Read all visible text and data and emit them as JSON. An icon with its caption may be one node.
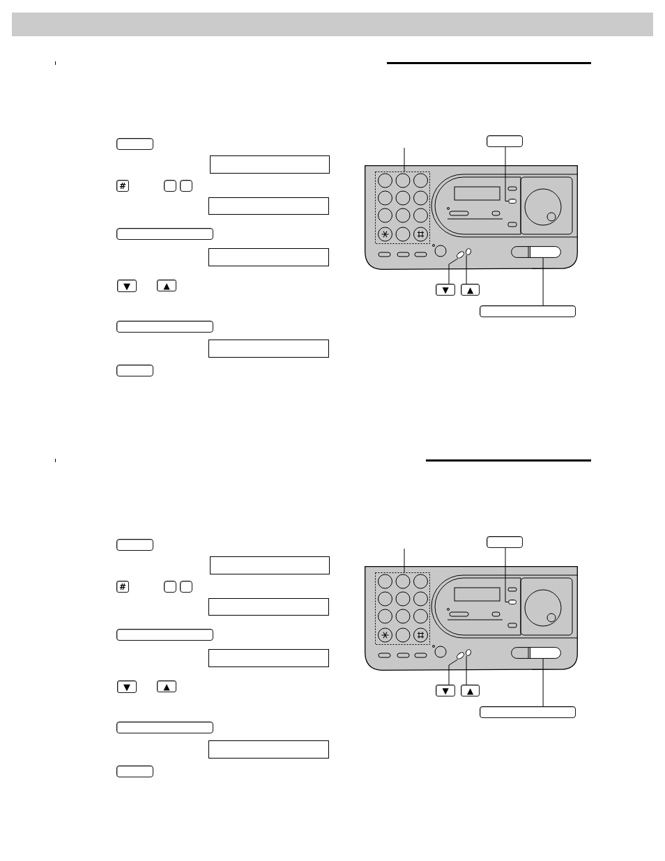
{
  "diagram": {
    "nodes": [
      {
        "text": [],
        "shape": "key"
      },
      {
        "text": [],
        "shape": "box"
      },
      {
        "text": [
          "#"
        ]
      },
      {
        "text": [],
        "shape": "key"
      },
      {
        "text": [],
        "shape": "key"
      },
      {
        "text": [],
        "shape": "box"
      },
      {
        "text": [],
        "shape": "key"
      },
      {
        "text": [],
        "shape": "box"
      },
      {
        "text": [
          "▼"
        ]
      },
      {
        "text": [
          "▲"
        ]
      },
      {
        "text": [],
        "shape": "key"
      },
      {
        "text": [],
        "shape": "box"
      },
      {
        "text": [],
        "shape": "key"
      },
      {
        "text": [],
        "shape": "key"
      },
      {
        "text": [],
        "shape": "picture"
      },
      {
        "text": [],
        "shape": "keypad",
        "in": 14
      },
      {
        "text": [],
        "shape": "key",
        "in": 14
      },
      {
        "text": [],
        "shape": "oval",
        "in": 14
      },
      {
        "text": [],
        "shape": "oval",
        "in": 14
      },
      {
        "text": [],
        "shape": "slider",
        "in": 14
      },
      {
        "text": [
          "▼"
        ]
      },
      {
        "text": [
          "▲"
        ]
      },
      {
        "text": [],
        "shape": "key"
      },
      {
        "text": [],
        "shape": "key"
      },
      {
        "text": [],
        "shape": "box"
      },
      {
        "text": [
          "#"
        ]
      },
      {
        "text": [],
        "shape": "key"
      },
      {
        "text": [],
        "shape": "key"
      },
      {
        "text": [],
        "shape": "box"
      },
      {
        "text": [],
        "shape": "key"
      },
      {
        "text": [],
        "shape": "box"
      },
      {
        "text": [
          "▼"
        ]
      },
      {
        "text": [
          "▲"
        ]
      },
      {
        "text": [],
        "shape": "key"
      },
      {
        "text": [],
        "shape": "box"
      },
      {
        "text": [],
        "shape": "key"
      },
      {
        "text": [],
        "shape": "key"
      },
      {
        "text": [],
        "shape": "picture"
      },
      {
        "text": [],
        "shape": "keypad",
        "in": 37
      },
      {
        "text": [],
        "shape": "key",
        "in": 37
      },
      {
        "text": [],
        "shape": "oval",
        "in": 37
      },
      {
        "text": [],
        "shape": "oval",
        "in": 37
      },
      {
        "text": [],
        "shape": "slider",
        "in": 37
      },
      {
        "text": [
          "▼"
        ]
      },
      {
        "text": [
          "▲"
        ]
      },
      {
        "text": [],
        "shape": "key"
      }
    ],
    "edges": [
      {
        "from": null,
        "to": 15,
        "arrow": "none"
      },
      {
        "from": 13,
        "to": 16,
        "arrow": "none"
      },
      {
        "from": 20,
        "to": 17,
        "arrow": "none"
      },
      {
        "from": 21,
        "to": 18,
        "arrow": "none"
      },
      {
        "from": 22,
        "to": 19,
        "arrow": "none"
      },
      {
        "from": null,
        "to": 38,
        "arrow": "none"
      },
      {
        "from": 36,
        "to": 39,
        "arrow": "none"
      },
      {
        "from": 43,
        "to": 40,
        "arrow": "none"
      },
      {
        "from": 44,
        "to": 41,
        "arrow": "none"
      },
      {
        "from": 45,
        "to": 42,
        "arrow": "none"
      }
    ]
  }
}
